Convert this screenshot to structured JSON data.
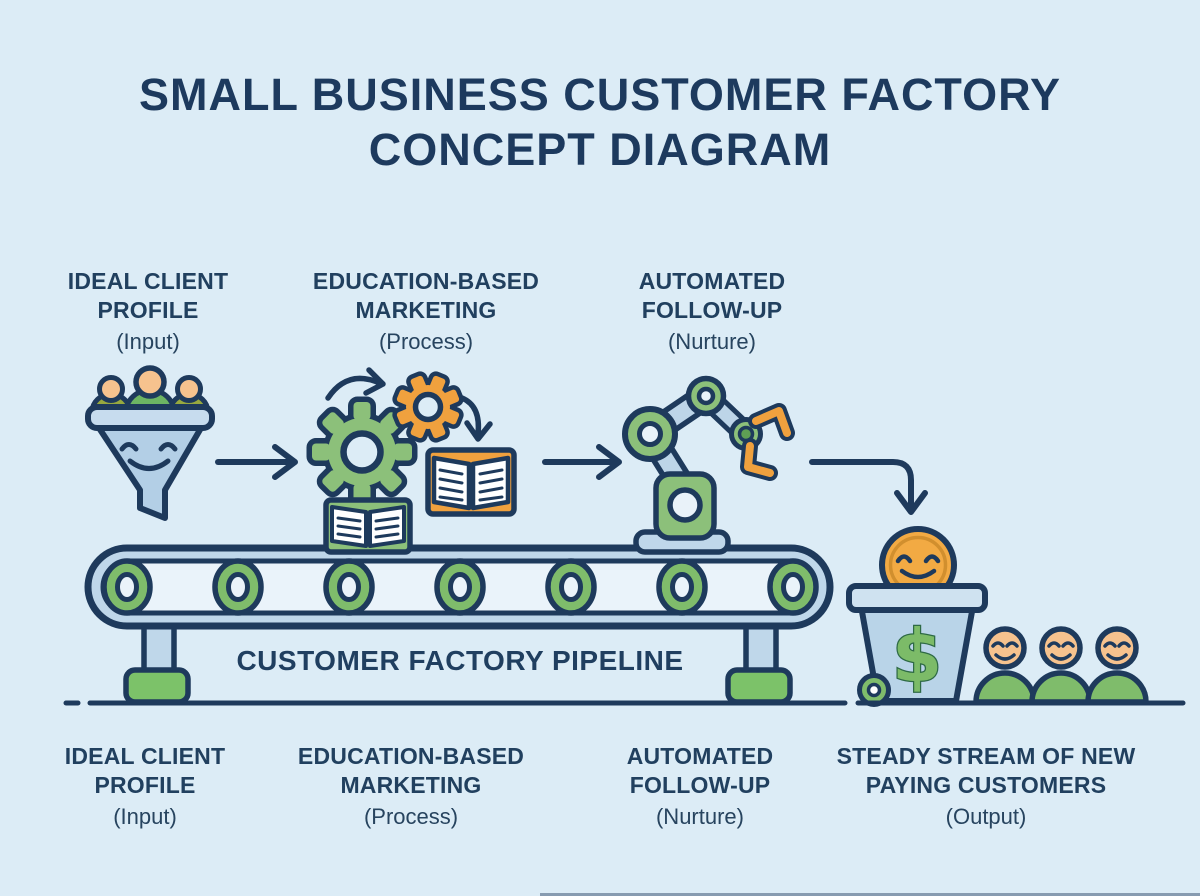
{
  "title": {
    "line1": "SMALL BUSINESS CUSTOMER FACTORY",
    "line2": "CONCEPT DIAGRAM"
  },
  "pipeline_label": "CUSTOMER FACTORY PIPELINE",
  "stages_top": [
    {
      "name": "IDEAL CLIENT PROFILE",
      "phase": "(Input)"
    },
    {
      "name": "EDUCATION-BASED MARKETING",
      "phase": "(Process)"
    },
    {
      "name": "AUTOMATED FOLLOW-UP",
      "phase": "(Nurture)"
    }
  ],
  "stages_bottom": [
    {
      "name": "IDEAL CLIENT PROFILE",
      "phase": "(Input)"
    },
    {
      "name": "EDUCATION-BASED MARKETING",
      "phase": "(Process)"
    },
    {
      "name": "AUTOMATED FOLLOW-UP",
      "phase": "(Nurture)"
    },
    {
      "name": "STEADY STREAM OF NEW PAYING CUSTOMERS",
      "phase": "(Output)"
    }
  ],
  "glyphs": {
    "dollar": "$"
  },
  "icons": [
    "ideal-client-funnel-icon",
    "leads-people-icon",
    "arrow-right-icon",
    "green-gear-icon",
    "orange-gear-icon",
    "open-book-icon",
    "robot-arm-icon",
    "conveyor-belt-icon",
    "curved-arrow-down-icon",
    "smiling-coin-icon",
    "money-bin-icon",
    "dollar-sign-icon",
    "new-customers-icon"
  ],
  "colors": {
    "background": "#dcecf6",
    "navy_outline": "#1e3a5c",
    "text_navy": "#1d3a5e",
    "green": "#7fbc6b",
    "olive_green": "#97a93f",
    "orange": "#f0a13e",
    "coin_orange": "#f2aa43",
    "light_blue": "#bfd7ea",
    "pale_blue": "#eaf3fa",
    "skin": "#f6c28e"
  }
}
